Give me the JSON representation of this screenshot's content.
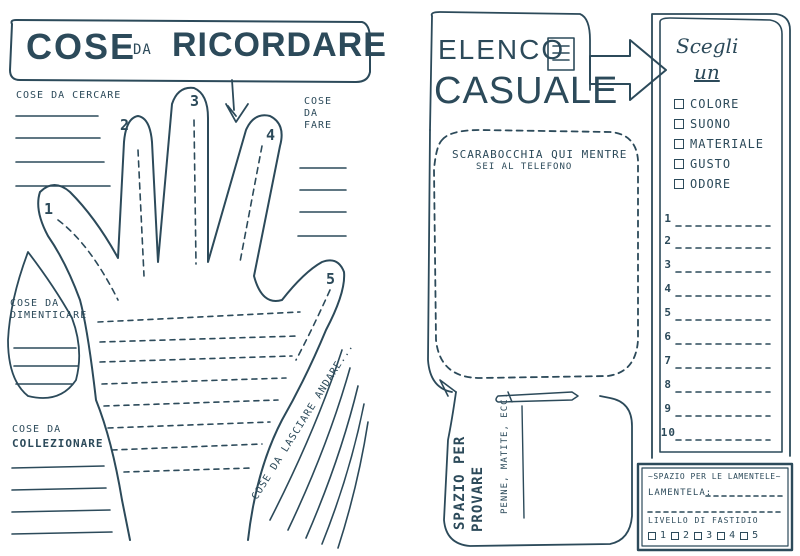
{
  "left_page": {
    "title_part1": "COSE",
    "title_part2": "DA",
    "title_part3": "RICORDARE",
    "cose_da_cercare": "COSE DA CERCARE",
    "cose_da_fare": "COSE DA FARE",
    "cose_da_dimenticare": "COSE DA DIMENTICARE",
    "cose_da_collezionare_1": "COSE DA",
    "cose_da_collezionare_2": "COLLEZIONARE",
    "cose_da_lasciare": "COSE DA LASCIARE ANDARE...",
    "fingers": [
      "1",
      "2",
      "3",
      "4",
      "5"
    ]
  },
  "right_page": {
    "title_line1": "ELENCO",
    "title_line2": "CASUALE",
    "doodle_line1": "SCARABOCCHIA QUI MENTRE",
    "doodle_line2": "SEI AL TELEFONO",
    "spazio_line1": "SPAZIO PER",
    "spazio_line2": "PROVARE",
    "spazio_sub": "PENNE, MATITE, ECC.",
    "scegli_title_1": "Scegli",
    "scegli_title_2": "un",
    "options": [
      "COLORE",
      "SUONO",
      "MATERIALE",
      "GUSTO",
      "ODORE"
    ],
    "list_numbers": [
      "1",
      "2",
      "3",
      "4",
      "5",
      "6",
      "7",
      "8",
      "9",
      "10"
    ],
    "complaints_title": "~SPAZIO PER LE LAMENTELE~",
    "complaints_label": "LAMENTELA:",
    "level_label": "LIVELLO DI FASTIDIO",
    "level_values": [
      "1",
      "2",
      "3",
      "4",
      "5"
    ]
  }
}
